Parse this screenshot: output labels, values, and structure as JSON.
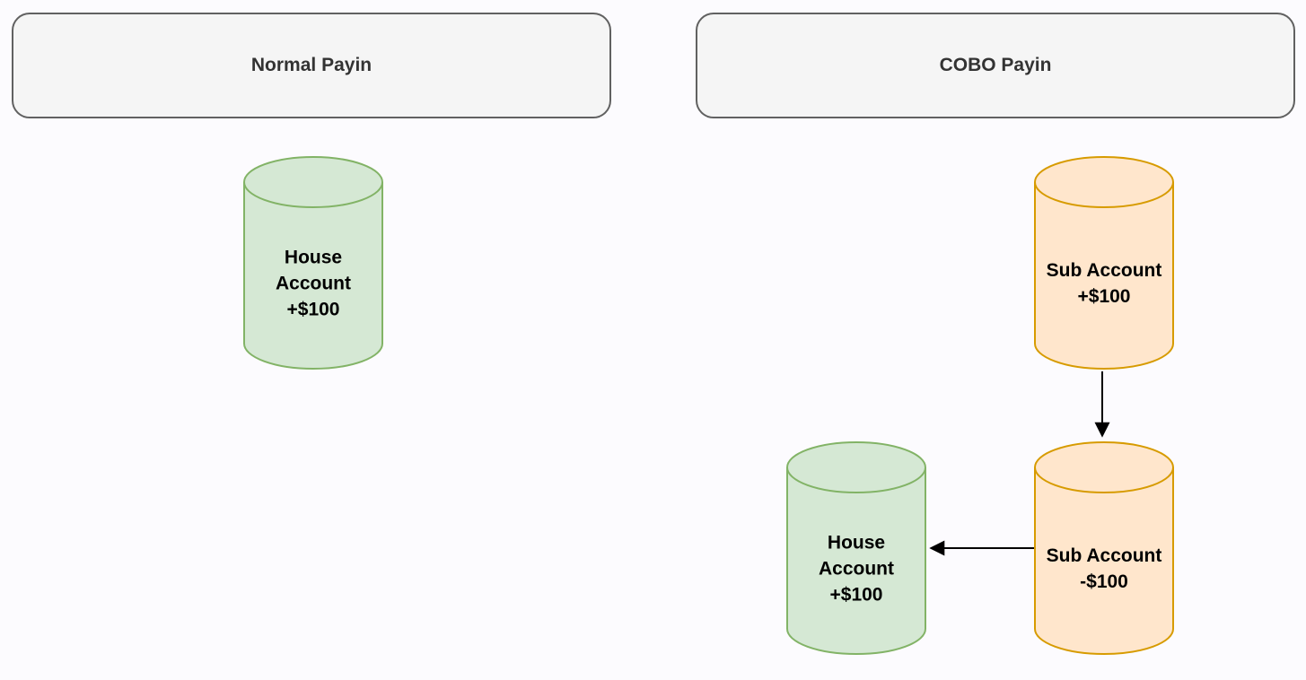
{
  "page": {
    "background_color": "#fcfbfe"
  },
  "headers": {
    "normal": {
      "title": "Normal Payin"
    },
    "cobo": {
      "title": "COBO Payin"
    }
  },
  "nodes": {
    "normal_house": {
      "label": "House\nAccount\n+$100",
      "shape": "cylinder",
      "fill": "#d5e8d4",
      "stroke": "#82b366"
    },
    "cobo_sub_top": {
      "label": "Sub Account\n+$100",
      "shape": "cylinder",
      "fill": "#ffe6cc",
      "stroke": "#d79b00"
    },
    "cobo_sub_bottom": {
      "label": "Sub Account\n-$100",
      "shape": "cylinder",
      "fill": "#ffe6cc",
      "stroke": "#d79b00"
    },
    "cobo_house": {
      "label": "House\nAccount\n+$100",
      "shape": "cylinder",
      "fill": "#d5e8d4",
      "stroke": "#82b366"
    }
  },
  "edges": [
    {
      "from": "cobo_sub_top",
      "to": "cobo_sub_bottom",
      "direction": "down"
    },
    {
      "from": "cobo_sub_bottom",
      "to": "cobo_house",
      "direction": "left"
    }
  ],
  "colors": {
    "header_fill": "#f5f5f5",
    "header_stroke": "#616161",
    "header_text": "#333333",
    "green_fill": "#d5e8d4",
    "green_stroke": "#82b366",
    "orange_fill": "#ffe6cc",
    "orange_stroke": "#d79b00",
    "arrow": "#000000",
    "node_text": "#000000"
  }
}
